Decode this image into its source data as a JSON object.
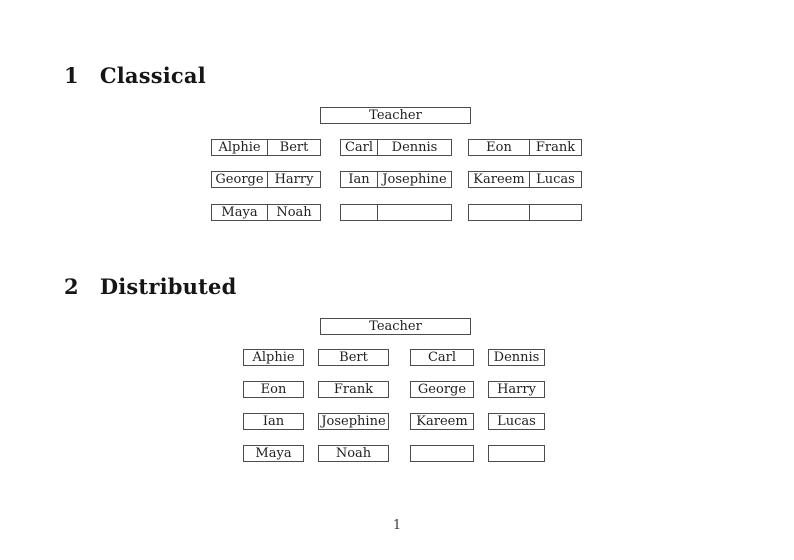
{
  "page_number": "1",
  "classical": {
    "number": "1",
    "title": "Classical",
    "teacher": "Teacher",
    "pairs": [
      {
        "left": "Alphie",
        "right": "Bert"
      },
      {
        "left": "Carl",
        "right": "Dennis"
      },
      {
        "left": "Eon",
        "right": "Frank"
      },
      {
        "left": "George",
        "right": "Harry"
      },
      {
        "left": "Ian",
        "right": "Josephine"
      },
      {
        "left": "Kareem",
        "right": "Lucas"
      },
      {
        "left": "Maya",
        "right": "Noah"
      },
      {
        "left": "",
        "right": ""
      },
      {
        "left": "",
        "right": ""
      }
    ]
  },
  "distributed": {
    "number": "2",
    "title": "Distributed",
    "teacher": "Teacher",
    "seats": [
      "Alphie",
      "Bert",
      "Carl",
      "Dennis",
      "Eon",
      "Frank",
      "George",
      "Harry",
      "Ian",
      "Josephine",
      "Kareem",
      "Lucas",
      "Maya",
      "Noah",
      "",
      ""
    ]
  }
}
